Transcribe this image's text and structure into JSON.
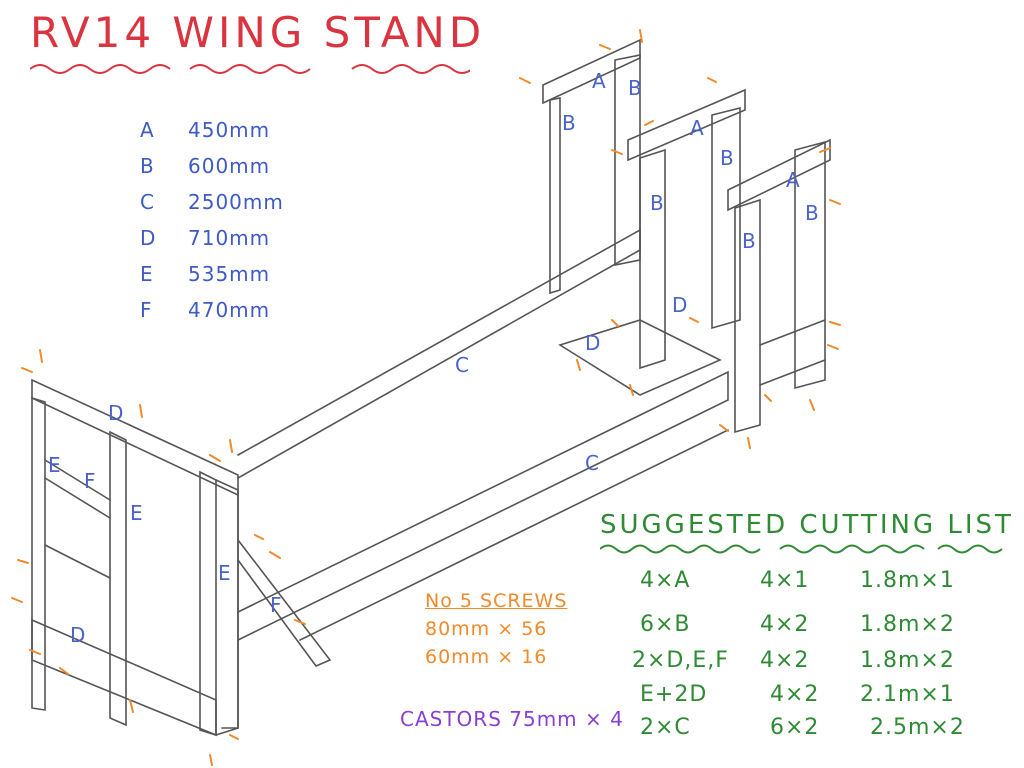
{
  "title": "RV14 WING STAND",
  "dimensions": [
    {
      "part": "A",
      "length": "450mm"
    },
    {
      "part": "B",
      "length": "600mm"
    },
    {
      "part": "C",
      "length": "2500mm"
    },
    {
      "part": "D",
      "length": "710mm"
    },
    {
      "part": "E",
      "length": "535mm"
    },
    {
      "part": "F",
      "length": "470mm"
    }
  ],
  "part_labels": {
    "a": "A",
    "b": "B",
    "c": "C",
    "d": "D",
    "e": "E",
    "f": "F"
  },
  "cutting_list": {
    "title": "SUGGESTED CUTTING LIST",
    "rows": [
      {
        "qty": "4×A",
        "section": "4×1",
        "stock": "1.8m×1"
      },
      {
        "qty": "6×B",
        "section": "4×2",
        "stock": "1.8m×2"
      },
      {
        "qty": "2×D,E,F",
        "section": "4×2",
        "stock": "1.8m×2"
      },
      {
        "qty": "E+2D",
        "section": "4×2",
        "stock": "2.1m×1"
      },
      {
        "qty": "2×C",
        "section": "6×2",
        "stock": "2.5m×2"
      }
    ]
  },
  "screws": {
    "title": "No 5 SCREWS",
    "items": [
      "80mm × 56",
      "60mm × 16"
    ]
  },
  "castors": "CASTORS 75mm × 4",
  "colors": {
    "title": "#d9343f",
    "dimensions": "#3e5bc4",
    "cutting_list": "#2f8a34",
    "screws": "#f08a2a",
    "castors": "#8a3fd0",
    "pencil": "#555555"
  }
}
